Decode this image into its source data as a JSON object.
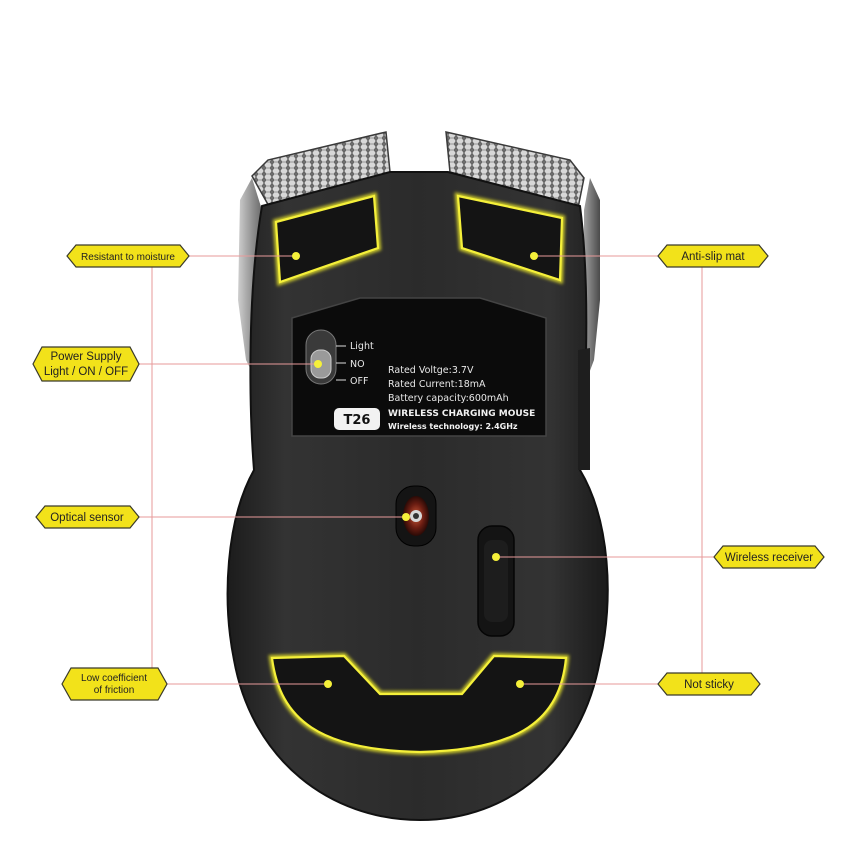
{
  "callouts": {
    "resistant_to_moisture": "Resistant to moisture",
    "power_supply_line1": "Power Supply",
    "power_supply_line2": "Light / ON / OFF",
    "optical_sensor": "Optical sensor",
    "low_friction_line1": "Low coefficient",
    "low_friction_line2": "of friction",
    "anti_slip_mat": "Anti-slip mat",
    "wireless_receiver": "Wireless receiver",
    "not_sticky": "Not sticky"
  },
  "switch": {
    "light": "Light",
    "on": "NO",
    "off": "OFF"
  },
  "plate": {
    "rated_voltage": "Rated Voltge:3.7V",
    "rated_current": "Rated Current:18mA",
    "battery_capacity": "Battery capacity:600mAh",
    "model": "T26",
    "product_name": "WIRELESS CHARGING MOUSE",
    "technology": "Wireless technology: 2.4GHz"
  },
  "colors": {
    "callout_fill": "#f2e21a",
    "callout_border": "#3a3a2a",
    "leader_line": "#e79a9a",
    "mouse_body": "#2a2a2a",
    "glow": "#f3ef2a"
  }
}
